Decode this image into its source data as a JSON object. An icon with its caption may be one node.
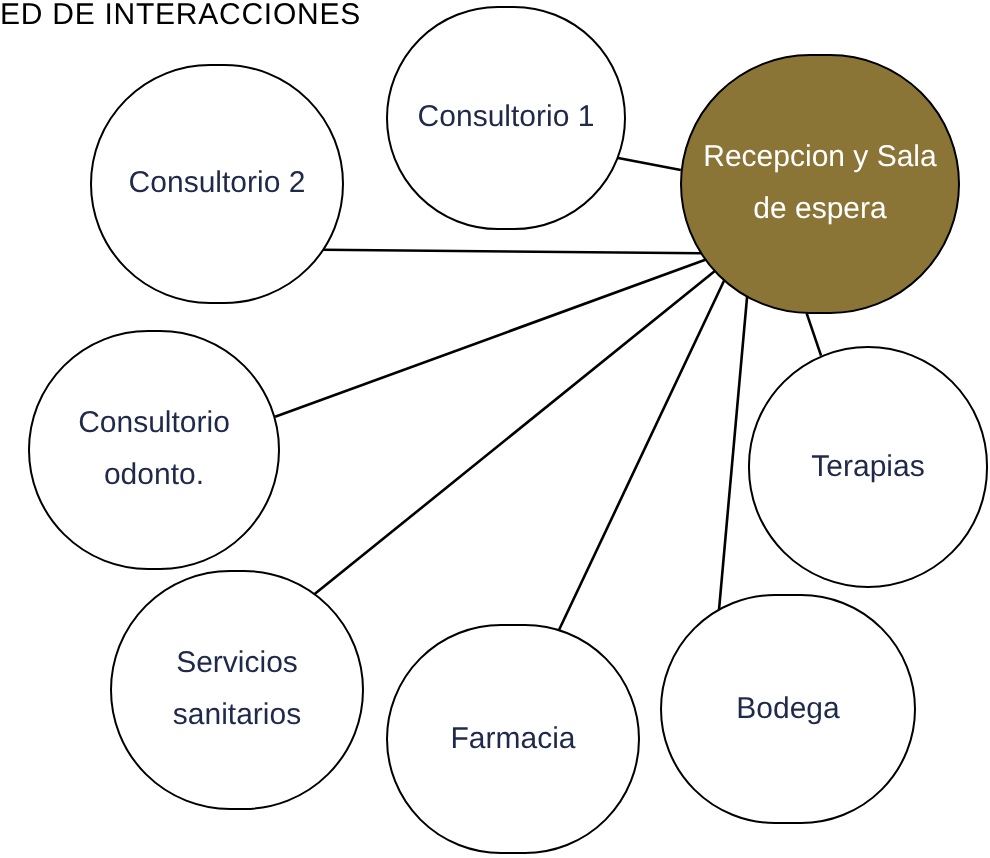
{
  "diagram": {
    "title": "ED DE INTERACCIONES",
    "nodes": [
      {
        "text": [
          "Consultorio 1"
        ]
      },
      {
        "text": [
          "Recepcion y Sala de espera"
        ]
      },
      {
        "text": [
          "Consultorio 2"
        ]
      },
      {
        "text": [
          "Consultorio odonto."
        ]
      },
      {
        "text": [
          "Terapias"
        ]
      },
      {
        "text": [
          "Servicios sanitarios"
        ]
      },
      {
        "text": [
          "Bodega"
        ]
      },
      {
        "text": [
          "Farmacia"
        ]
      }
    ],
    "edges": [
      {
        "from": 1,
        "to": 0,
        "arrow": "none"
      },
      {
        "from": 1,
        "to": 2,
        "arrow": "none"
      },
      {
        "from": 1,
        "to": 3,
        "arrow": "none"
      },
      {
        "from": 1,
        "to": 4,
        "arrow": "none"
      },
      {
        "from": 1,
        "to": 5,
        "arrow": "none"
      },
      {
        "from": 1,
        "to": 6,
        "arrow": "none"
      },
      {
        "from": 1,
        "to": 7,
        "arrow": "none"
      }
    ]
  }
}
